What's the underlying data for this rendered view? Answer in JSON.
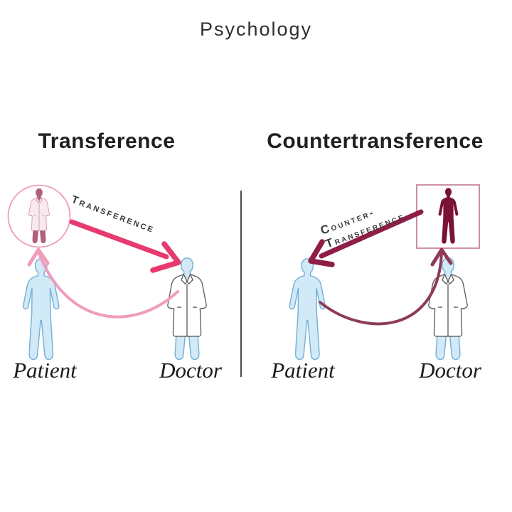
{
  "title": "Psychology",
  "panels": {
    "transference": {
      "heading": "Transference",
      "arrow_label": "Transference",
      "patient_label": "Patient",
      "doctor_label": "Doctor"
    },
    "countertransference": {
      "heading": "Countertransference",
      "arrow_label_line1": "Counter-",
      "arrow_label_line2": "Transference",
      "patient_label": "Patient",
      "doctor_label": "Doctor"
    }
  },
  "icons": {
    "imagined_person_in_circle": "pink-tinted doctor figure inside pink circle",
    "imagined_person_in_square": "dark maroon human silhouette inside pink square",
    "patient_figure": "light blue human silhouette",
    "doctor_figure": "light blue human silhouette wearing white lab coat"
  },
  "colors": {
    "transference_arrow": "#e73a6f",
    "transference_curve": "#f09cba",
    "circle_border": "#ee9cba",
    "countertransference_arrow": "#8e1d48",
    "countertransference_curve": "#8f3a5a",
    "square_border": "#c8849c",
    "silhouette": "#7b1233",
    "patient_fill": "#d2e9f7",
    "patient_outline": "#74b2d8",
    "imago_skin": "#b2607a",
    "imago_coat": "#f7e9ef"
  }
}
